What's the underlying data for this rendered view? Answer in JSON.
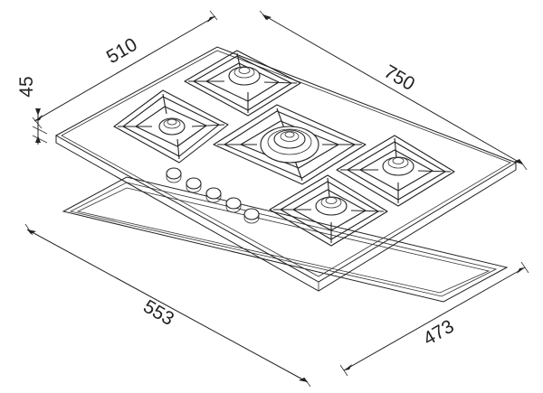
{
  "dimensions": {
    "depth": "510",
    "height": "45",
    "width": "750",
    "cutout_width": "553",
    "cutout_depth": "473"
  },
  "burners": [
    {
      "id": "rear-left",
      "type": "small"
    },
    {
      "id": "rear-center",
      "type": "medium"
    },
    {
      "id": "center",
      "type": "wok"
    },
    {
      "id": "right",
      "type": "medium"
    },
    {
      "id": "front-center",
      "type": "medium"
    }
  ],
  "knobs": 5
}
